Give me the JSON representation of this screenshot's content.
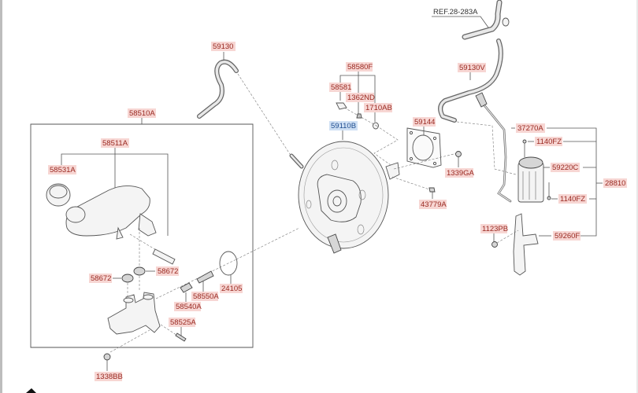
{
  "diagram": {
    "title": "Brake booster and master cylinder exploded view",
    "reference": "REF.28-283A",
    "label_colors": {
      "part_label_bg": "#f7d6d3",
      "part_label_text": "#9a2a22",
      "highlight_label_bg": "#cfe0f4",
      "highlight_label_text": "#1f4d8f"
    },
    "labels": {
      "p59130": "59130",
      "p58510A": "58510A",
      "p58511A": "58511A",
      "p58531A": "58531A",
      "p58672a": "58672",
      "p58672b": "58672",
      "p58550A": "58550A",
      "p58540A": "58540A",
      "p24105": "24105",
      "p58525A": "58525A",
      "p1338BB": "1338BB",
      "p58580F": "58580F",
      "p58581": "58581",
      "p1362ND": "1362ND",
      "p1710AB": "1710AB",
      "p59110B": "59110B",
      "p59144": "59144",
      "p1339GA": "1339GA",
      "p43779A": "43779A",
      "p59130V": "59130V",
      "p37270A": "37270A",
      "p1140FZa": "1140FZ",
      "p59220C": "59220C",
      "p1140FZb": "1140FZ",
      "p28810": "28810",
      "p1123PB": "1123PB",
      "p59260F": "59260F"
    },
    "highlighted_part": "59110B"
  }
}
